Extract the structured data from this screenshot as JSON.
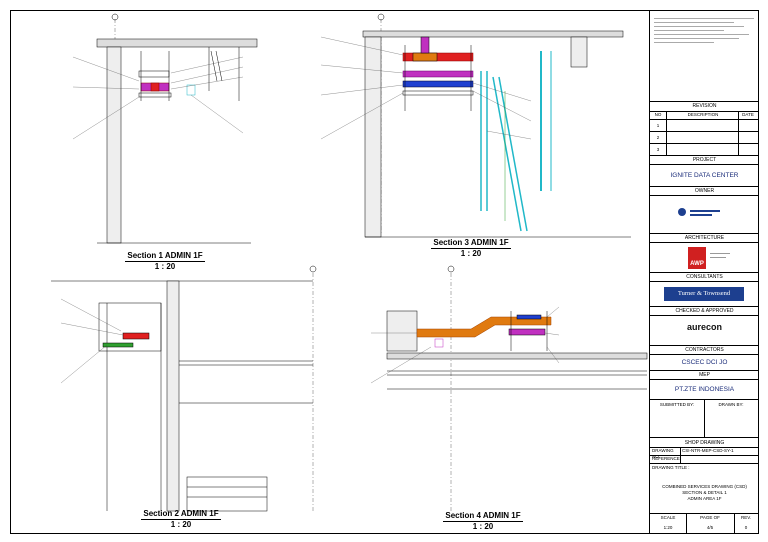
{
  "sections": [
    {
      "title": "Section 1 ADMIN 1F",
      "scale": "1 : 20"
    },
    {
      "title": "Section 3 ADMIN 1F",
      "scale": "1 : 20"
    },
    {
      "title": "Section 2 ADMIN 1F",
      "scale": "1 : 20"
    },
    {
      "title": "Section 4 ADMIN 1F",
      "scale": "1 : 20"
    }
  ],
  "title_block": {
    "revision": {
      "header": "REVISION",
      "columns": [
        "NO",
        "DESCRIPTION",
        "DATE"
      ],
      "rows": [
        "1",
        "2",
        "3"
      ]
    },
    "project_label": "PROJECT",
    "project_name": "IGNITE DATA CENTER",
    "owner_label": "OWNER",
    "architecture_label": "ARCHITECTURE",
    "architecture_logo": "AWP",
    "consultants_label": "CONSULTANTS",
    "consultant_logo": "Turner & Townsend",
    "checked_label": "CHECKED & APPROVED",
    "checked_logo": "aurecon",
    "contractors_label": "CONTRACTORS",
    "contractor_name": "CSCEC DCI JO",
    "mep_label": "MEP",
    "mep_name": "PT.ZTE INDONESIA",
    "submitted_label": "SUBMITTED BY:",
    "drawn_label": "DRAWN BY:",
    "shop_drawing_label": "SHOP DRAWING",
    "drawing_no_label": "DRAWING NO.",
    "drawing_no_value": "CSI-NTR-MEP-CSD-SY-1",
    "reference_label": "REFERENCE",
    "drawing_title_label": "DRAWING TITLE :",
    "drawing_title_lines": [
      "COMBINED SERVICES DRAWING (CSD)",
      "SECTION & DETAIL 1",
      "ADMIN AREA 1F"
    ],
    "scale_label": "SCALE",
    "page_label": "PAGE OF",
    "rev_label": "REV.",
    "scale_value": "1:20",
    "page_value": "4/5",
    "rev_value": "0"
  },
  "colors": {
    "cable_tray_red": "#e02020",
    "duct_orange": "#e07a10",
    "pipe_cyan": "#20b8c8",
    "pipe_green": "#30a030",
    "pipe_magenta": "#c030c0",
    "pipe_blue": "#2040d0",
    "brand_blue": "#1d3f8f",
    "awp_red": "#d02020"
  }
}
